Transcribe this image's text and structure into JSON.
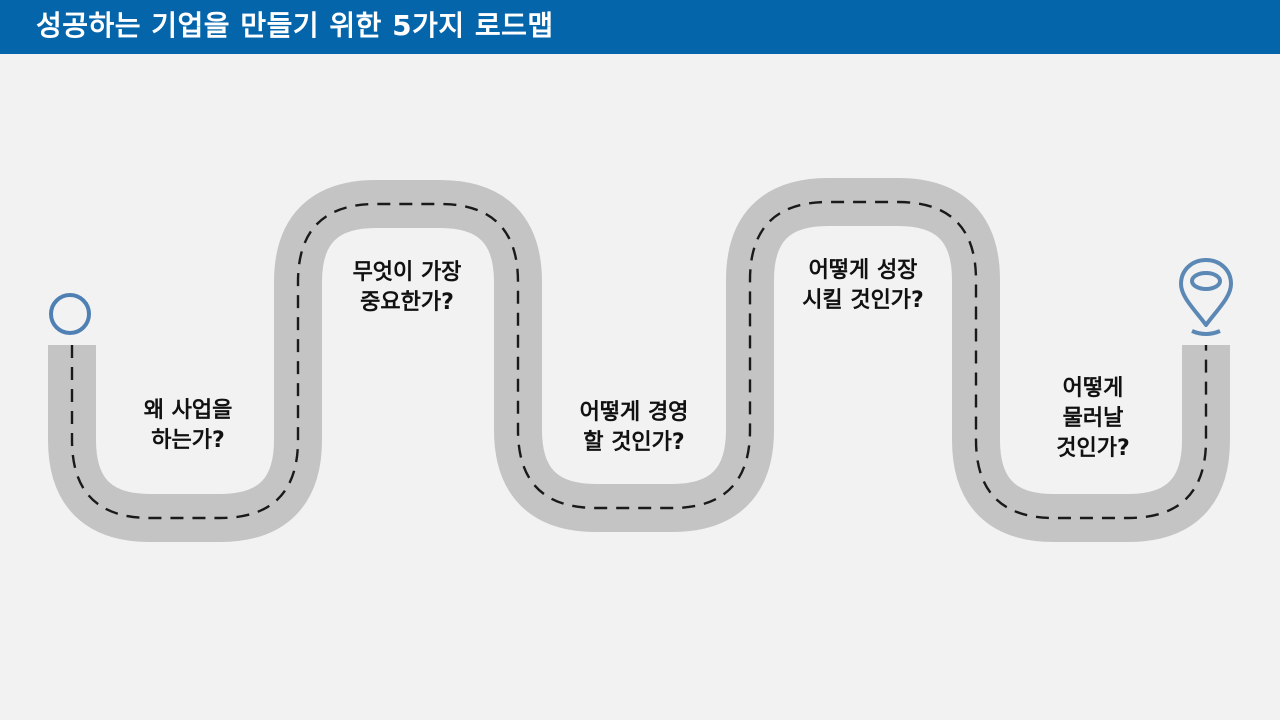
{
  "title": "성공하는 기업을 만들기 위한 5가지 로드맵",
  "colors": {
    "header": "#0565aa",
    "background": "#f2f2f2",
    "road": "#c4c4c4",
    "road_marking": "#1a1a1a",
    "marker": "#4f80b3"
  },
  "icons": {
    "start": "start-circle-icon",
    "end": "location-pin-icon"
  },
  "steps": [
    {
      "lines": [
        "왜 사업을",
        "하는가?"
      ]
    },
    {
      "lines": [
        "무엇이 가장",
        "중요한가?"
      ]
    },
    {
      "lines": [
        "어떻게 경영",
        "할 것인가?"
      ]
    },
    {
      "lines": [
        "어떻게 성장",
        "시킬 것인가?"
      ]
    },
    {
      "lines": [
        "어떻게",
        "물러날",
        "것인가?"
      ]
    }
  ]
}
